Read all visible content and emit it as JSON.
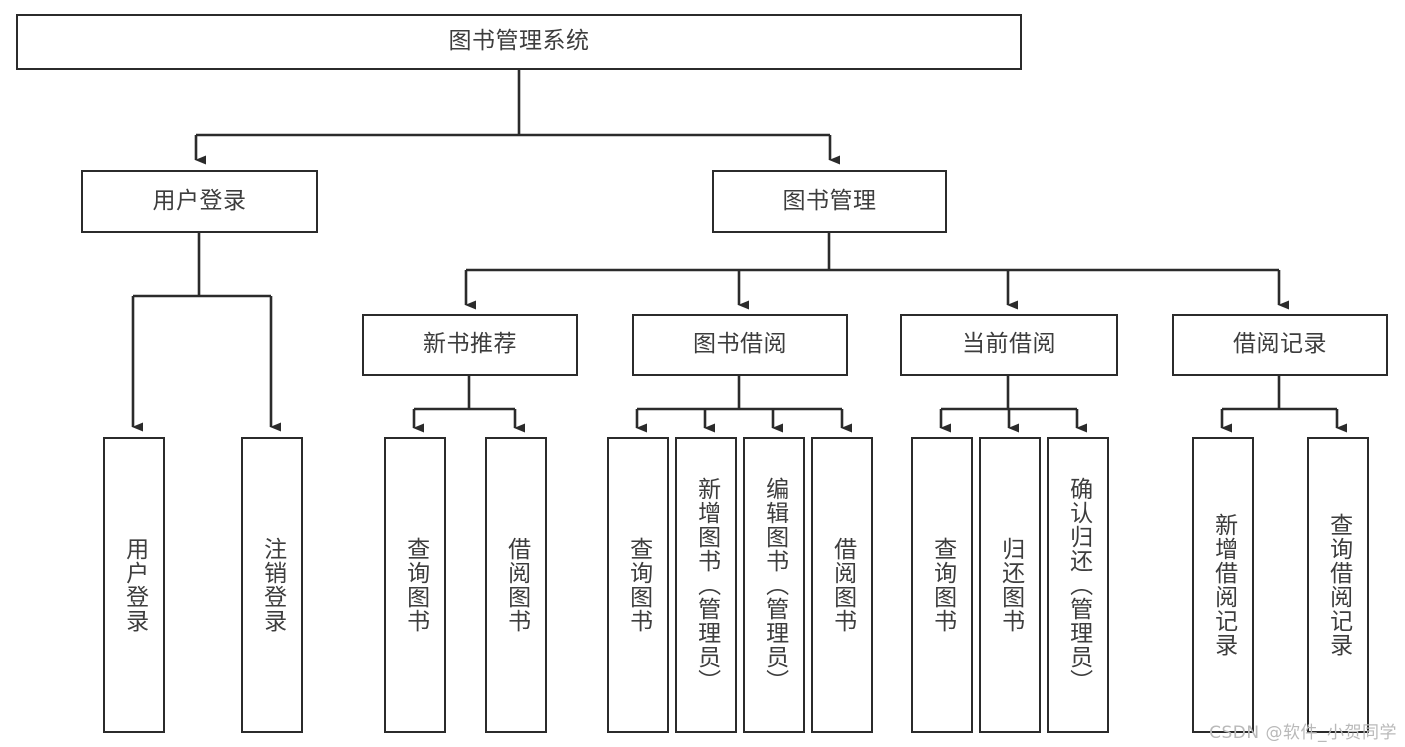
{
  "diagram": {
    "title": "图书管理系统",
    "type": "tree-structure-chart",
    "line_color": "#2b2b2b",
    "text_color": "#3d3d3d",
    "background_color": "#ffffff",
    "root": {
      "label": "图书管理系统",
      "orientation": "horizontal"
    },
    "level2": [
      {
        "label": "用户登录",
        "orientation": "horizontal"
      },
      {
        "label": "图书管理",
        "orientation": "horizontal"
      }
    ],
    "level3": [
      {
        "label": "新书推荐",
        "orientation": "horizontal"
      },
      {
        "label": "图书借阅",
        "orientation": "horizontal"
      },
      {
        "label": "当前借阅",
        "orientation": "horizontal"
      },
      {
        "label": "借阅记录",
        "orientation": "horizontal"
      }
    ],
    "leaves": {
      "user_login": [
        {
          "label": "用户登录",
          "orientation": "vertical"
        },
        {
          "label": "注销登录",
          "orientation": "vertical"
        }
      ],
      "new_book_recommend": [
        {
          "label": "查询图书",
          "orientation": "vertical"
        },
        {
          "label": "借阅图书",
          "orientation": "vertical"
        }
      ],
      "book_borrow": [
        {
          "label": "查询图书",
          "orientation": "vertical"
        },
        {
          "label": "新增图书（管理员）",
          "orientation": "vertical"
        },
        {
          "label": "编辑图书（管理员）",
          "orientation": "vertical"
        },
        {
          "label": "借阅图书",
          "orientation": "vertical"
        }
      ],
      "current_borrow": [
        {
          "label": "查询图书",
          "orientation": "vertical"
        },
        {
          "label": "归还图书",
          "orientation": "vertical"
        },
        {
          "label": "确认归还（管理员）",
          "orientation": "vertical"
        }
      ],
      "borrow_record": [
        {
          "label": "新增借阅记录",
          "orientation": "vertical"
        },
        {
          "label": "查询借阅记录",
          "orientation": "vertical"
        }
      ]
    }
  },
  "watermark": {
    "text": "CSDN @软件_小贺同学"
  }
}
